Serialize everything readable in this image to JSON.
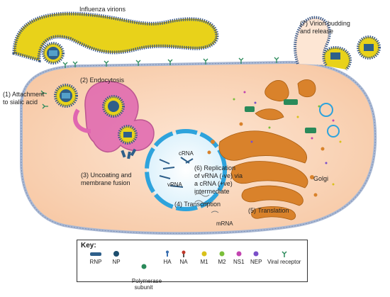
{
  "labels": {
    "virions": "Influenza virions",
    "step1": [
      "(1) Attachment",
      "to sialic acid"
    ],
    "step2": "(2) Endocytosis",
    "step3": [
      "(3) Uncoating and",
      "membrane fusion"
    ],
    "step4": "(4) Transcription",
    "step5": "(5) Translation",
    "step6": [
      "(6) Replication",
      "of vRNA (-ve) via",
      "a cRNA (+ve)",
      "intermediate"
    ],
    "step7": [
      "(7) Virion budding",
      "and release"
    ],
    "crna": "cRNA",
    "vrna": "vRNA",
    "mrna": "mRNA",
    "golgi": "Golgi"
  },
  "key": {
    "title": "Key:",
    "items": [
      {
        "name": "rnp",
        "label": "RNP",
        "color": "#2e5f8a"
      },
      {
        "name": "np",
        "label": "NP",
        "color": "#1d4e6e"
      },
      {
        "name": "polymerase",
        "label": "Polymerase\nsubunit",
        "color": "#2a8a5a"
      },
      {
        "name": "ha",
        "label": "HA",
        "color": "#3a6fb0"
      },
      {
        "name": "na",
        "label": "NA",
        "color": "#c0392b"
      },
      {
        "name": "m1",
        "label": "M1",
        "color": "#d9c11a"
      },
      {
        "name": "m2",
        "label": "M2",
        "color": "#7bbf3a"
      },
      {
        "name": "ns1",
        "label": "NS1",
        "color": "#c244b0"
      },
      {
        "name": "nep",
        "label": "NEP",
        "color": "#7a4fc9"
      },
      {
        "name": "receptor",
        "label": "Viral receptor",
        "color": "#2a8a5a"
      }
    ]
  },
  "colors": {
    "cytoplasm": "#fbdcc4",
    "membrane": "#b8c6de",
    "nucleus": "#2ea3dc",
    "endosome": "#e066b0",
    "golgi": "#d9822b",
    "virion_body": "#e8d21a",
    "virion_border": "#5a7a2a"
  }
}
